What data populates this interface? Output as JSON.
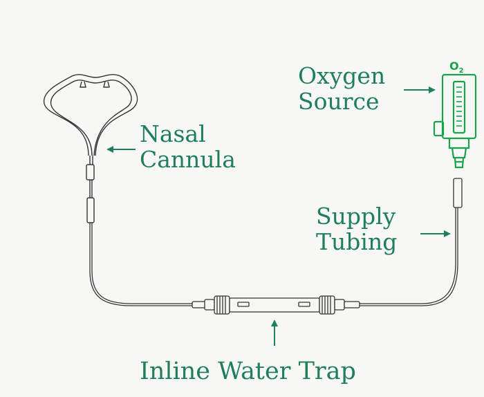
{
  "labels": {
    "oxygen_source_line1": "Oxygen",
    "oxygen_source_line2": "Source",
    "nasal_cannula_line1": "Nasal",
    "nasal_cannula_line2": "Cannula",
    "supply_tubing_line1": "Supply",
    "supply_tubing_line2": "Tubing",
    "inline_water_trap": "Inline Water Trap"
  },
  "flowmeter": {
    "symbol": "O",
    "subscript": "2"
  },
  "colors": {
    "label": "#1f7f5c",
    "flowmeter": "#16a34a",
    "line": "#333333",
    "background": "#f7f7f5"
  },
  "icons": [
    "nasal-cannula-icon",
    "flowmeter-icon",
    "water-trap-icon"
  ]
}
